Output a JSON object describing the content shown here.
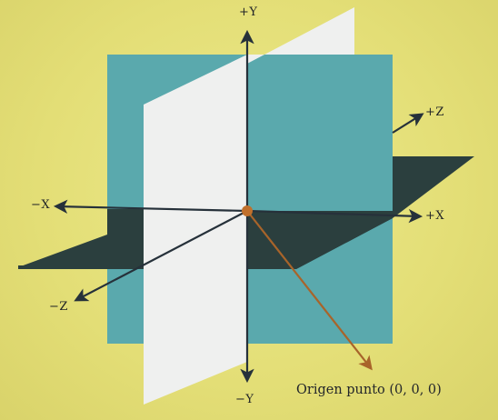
{
  "axes": {
    "y_positive": "+Y",
    "y_negative": "−Y",
    "x_positive": "+X",
    "x_negative": "−X",
    "z_positive": "+Z",
    "z_negative": "−Z"
  },
  "origin_label": "Origen punto (0, 0, 0)",
  "colors": {
    "background": "#e6e27a",
    "xy_plane": "#5aa9ad",
    "yz_plane": "#eff0ef",
    "xz_plane": "#2b3f3e",
    "axis_line": "#26313a",
    "origin_point": "#c0702c",
    "origin_arrow": "#a8642a"
  }
}
